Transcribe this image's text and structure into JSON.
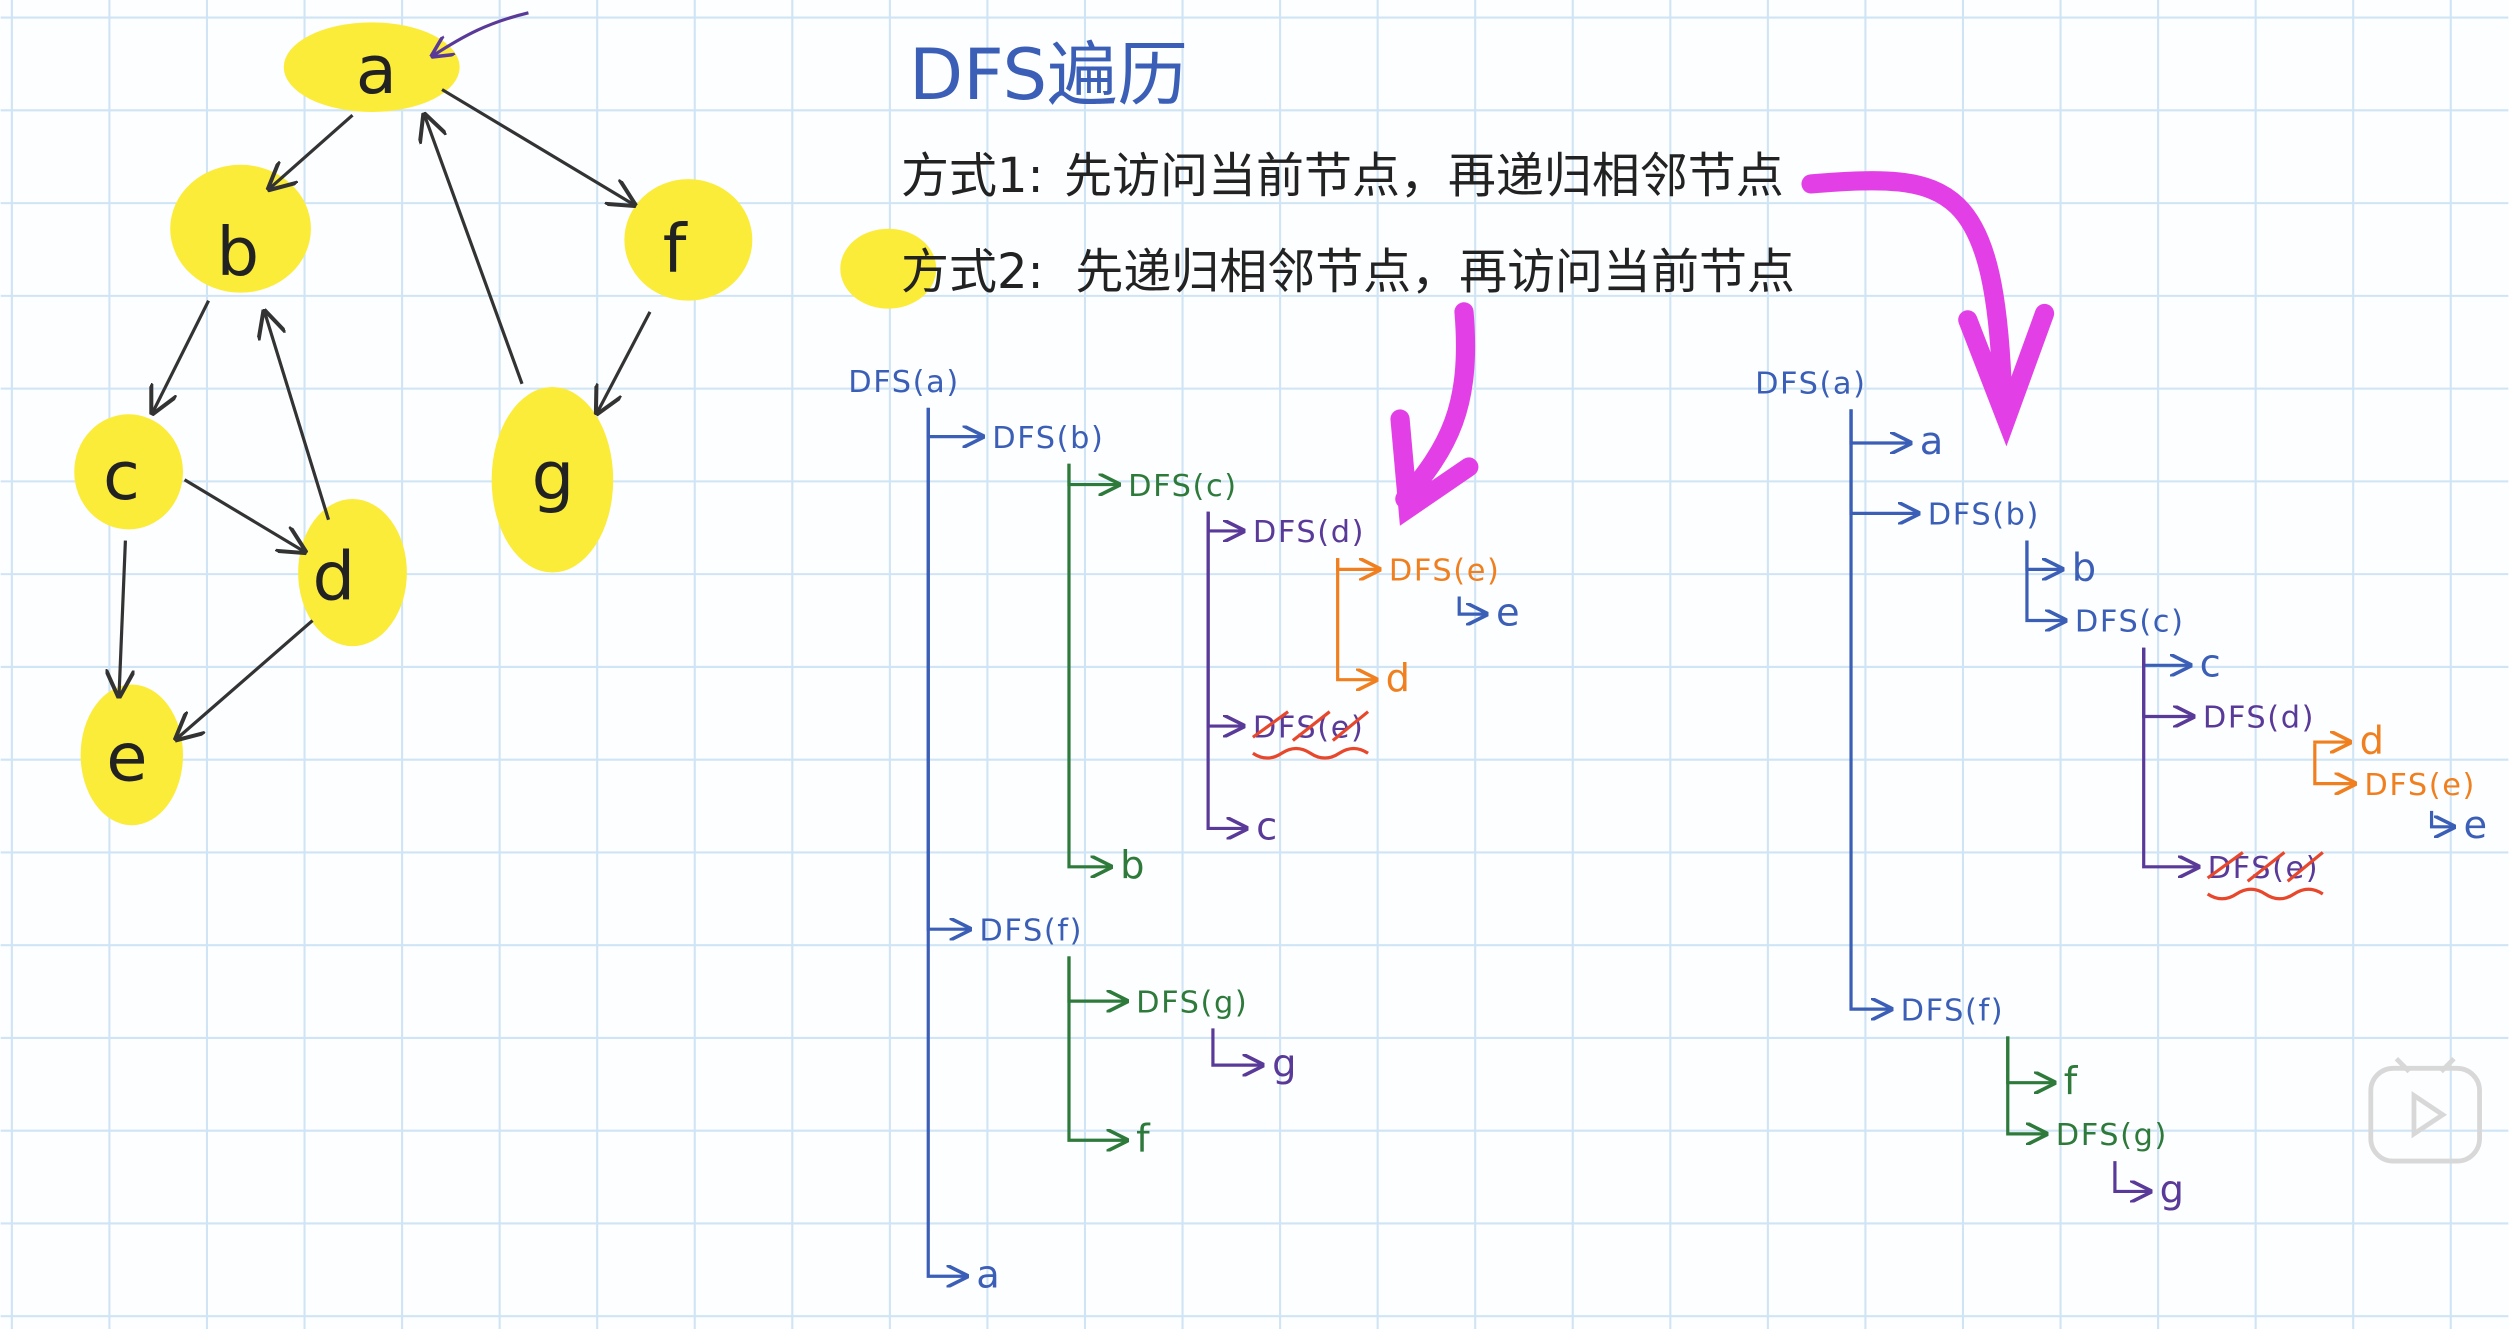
{
  "title": "DFS遍历",
  "method1": {
    "label": "方式1:",
    "text": "先访问当前节点，再递归相邻节点"
  },
  "method2": {
    "label": "方式2:",
    "text": "先递归相邻节点，再访问当前节点"
  },
  "graph": {
    "nodes": [
      "a",
      "b",
      "c",
      "d",
      "e",
      "f",
      "g"
    ],
    "edges": [
      [
        "a",
        "b"
      ],
      [
        "a",
        "f"
      ],
      [
        "b",
        "c"
      ],
      [
        "c",
        "d"
      ],
      [
        "c",
        "e"
      ],
      [
        "d",
        "b"
      ],
      [
        "d",
        "e"
      ],
      [
        "f",
        "g"
      ],
      [
        "g",
        "a"
      ]
    ],
    "start": "a"
  },
  "left_tree": [
    "DFS(a)",
    "DFS(b)",
    "DFS(c)",
    "DFS(d)",
    "DFS(e)",
    "e",
    "d",
    "DFS(e)",
    "c",
    "b",
    "DFS(f)",
    "DFS(g)",
    "g",
    "f",
    "a"
  ],
  "right_tree": [
    "DFS(a)",
    "a",
    "DFS(b)",
    "b",
    "DFS(c)",
    "c",
    "DFS(d)",
    "d",
    "DFS(e)",
    "e",
    "DFS(e)",
    "DFS(f)",
    "f",
    "DFS(g)",
    "g"
  ],
  "colors": {
    "blue": "#3b5fb6",
    "green": "#2e7a3b",
    "purple": "#5a3a98",
    "orange": "#f0801f",
    "magenta": "#e33fe6",
    "highlight": "#fbec3a",
    "grid": "#cfe4f4"
  },
  "icons": {
    "play": "play-button-icon"
  }
}
